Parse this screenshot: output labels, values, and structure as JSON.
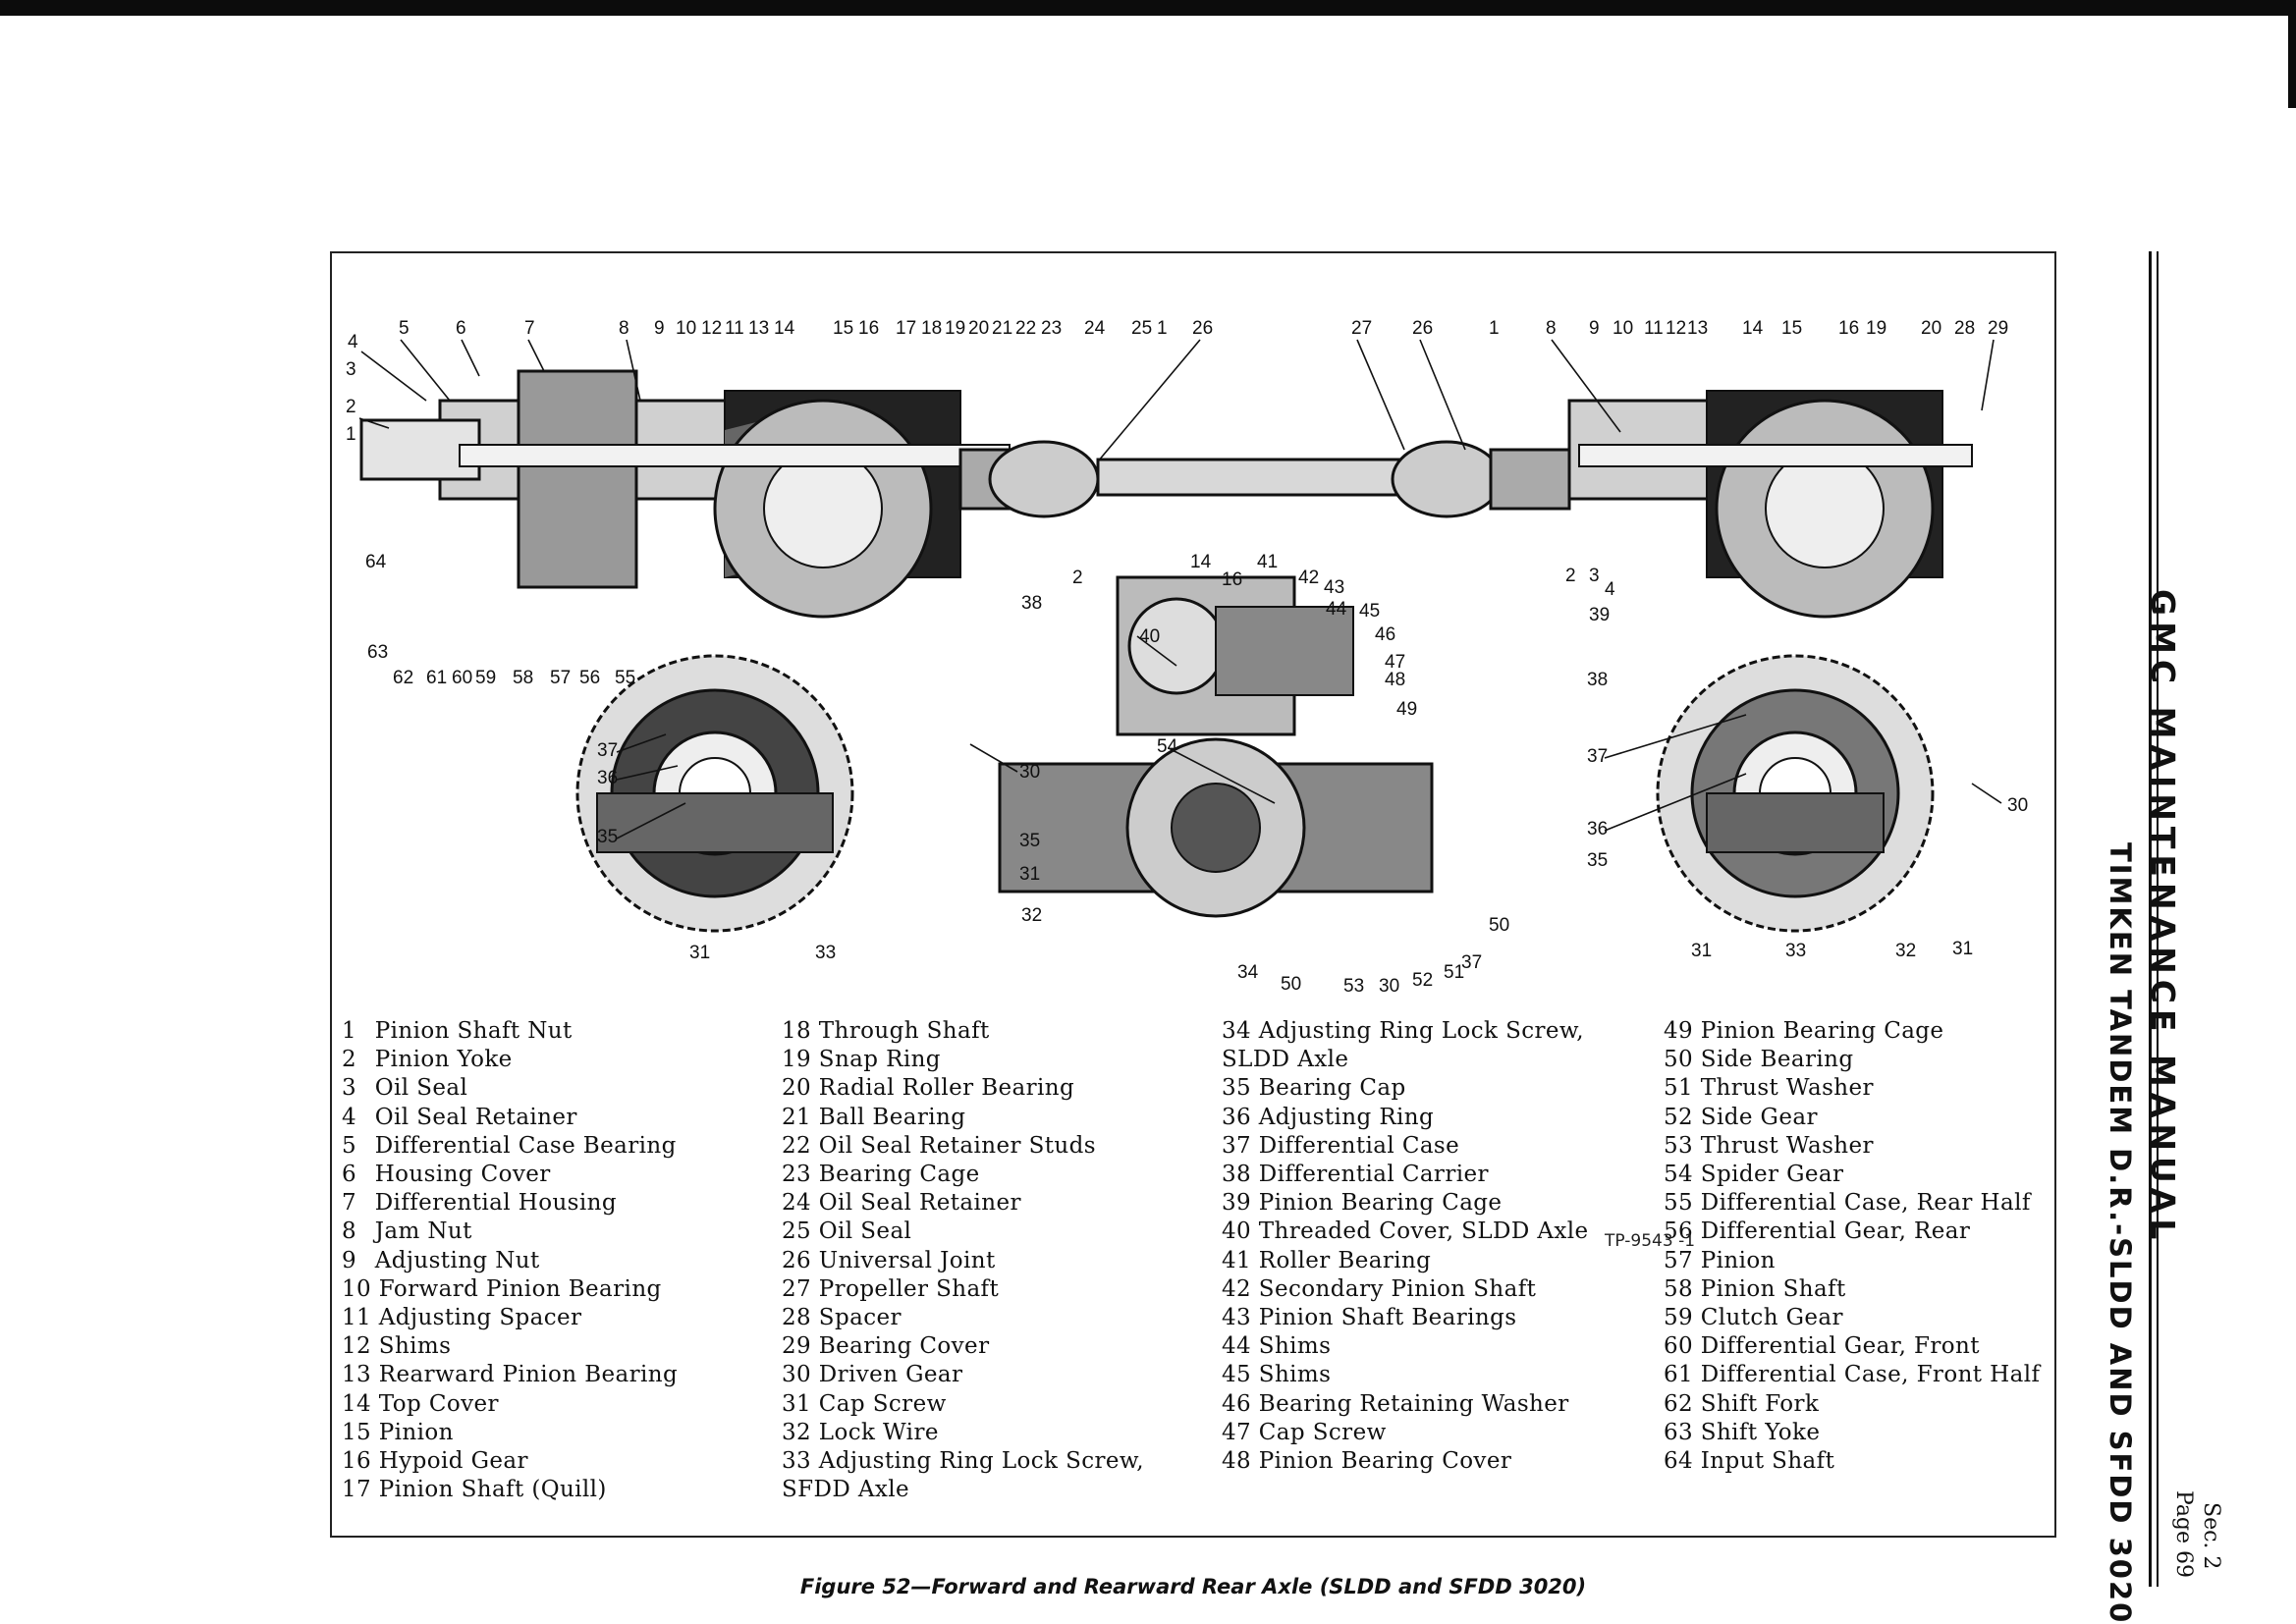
{
  "side": {
    "title": "GMC MAINTENANCE MANUAL",
    "subtitle": "TIMKEN TANDEM D.R.-SLDD AND SFDD 3020",
    "section": "Sec. 2",
    "page": "Page 69"
  },
  "figure": {
    "caption": "Figure 52—Forward and Rearward Rear Axle (SLDD and SFDD 3020)",
    "code": "TP-9543 -1"
  },
  "callouts": {
    "left_top": [
      "4",
      "5",
      "6",
      "7",
      "8",
      "9",
      "10",
      "12",
      "11",
      "13",
      "14",
      "15",
      "16",
      "17",
      "18",
      "19",
      "20",
      "21",
      "22",
      "23",
      "24",
      "25",
      "1",
      "26"
    ],
    "right_top": [
      "27",
      "26",
      "1",
      "8",
      "9",
      "10",
      "11",
      "12",
      "13",
      "14",
      "15",
      "16",
      "19",
      "20",
      "28",
      "29"
    ],
    "left_side": [
      "3",
      "2",
      "1",
      "64",
      "63",
      "62",
      "61",
      "60",
      "59",
      "58",
      "57",
      "56",
      "55"
    ],
    "left_gear": [
      "37",
      "36",
      "35",
      "31",
      "33",
      "30",
      "35",
      "31",
      "32",
      "38",
      "2"
    ],
    "center": [
      "14",
      "16",
      "41",
      "42",
      "43",
      "44",
      "45",
      "46",
      "47",
      "48",
      "49",
      "40",
      "54",
      "50",
      "34",
      "50",
      "53",
      "30",
      "52",
      "51",
      "37"
    ],
    "right_gear": [
      "2",
      "3",
      "4",
      "39",
      "38",
      "37",
      "36",
      "35",
      "31",
      "33",
      "32",
      "31",
      "30"
    ]
  },
  "legend": {
    "col1": [
      {
        "num": "1",
        "label": "Pinion Shaft Nut"
      },
      {
        "num": "2",
        "label": "Pinion Yoke"
      },
      {
        "num": "3",
        "label": "Oil Seal"
      },
      {
        "num": "4",
        "label": "Oil Seal Retainer"
      },
      {
        "num": "5",
        "label": "Differential Case Bearing"
      },
      {
        "num": "6",
        "label": "Housing Cover"
      },
      {
        "num": "7",
        "label": "Differential Housing"
      },
      {
        "num": "8",
        "label": "Jam Nut"
      },
      {
        "num": "9",
        "label": "Adjusting Nut"
      },
      {
        "num": "10",
        "label": "Forward Pinion Bearing"
      },
      {
        "num": "11",
        "label": "Adjusting Spacer"
      },
      {
        "num": "12",
        "label": "Shims"
      },
      {
        "num": "13",
        "label": "Rearward Pinion Bearing"
      },
      {
        "num": "14",
        "label": "Top Cover"
      },
      {
        "num": "15",
        "label": "Pinion"
      },
      {
        "num": "16",
        "label": "Hypoid Gear"
      },
      {
        "num": "17",
        "label": "Pinion Shaft (Quill)"
      }
    ],
    "col2": [
      {
        "num": "18",
        "label": "Through Shaft"
      },
      {
        "num": "19",
        "label": "Snap Ring"
      },
      {
        "num": "20",
        "label": "Radial Roller Bearing"
      },
      {
        "num": "21",
        "label": "Ball Bearing"
      },
      {
        "num": "22",
        "label": "Oil Seal Retainer Studs"
      },
      {
        "num": "23",
        "label": "Bearing Cage"
      },
      {
        "num": "24",
        "label": "Oil Seal Retainer"
      },
      {
        "num": "25",
        "label": "Oil Seal"
      },
      {
        "num": "26",
        "label": "Universal Joint"
      },
      {
        "num": "27",
        "label": "Propeller Shaft"
      },
      {
        "num": "28",
        "label": "Spacer"
      },
      {
        "num": "29",
        "label": "Bearing Cover"
      },
      {
        "num": "30",
        "label": "Driven Gear"
      },
      {
        "num": "31",
        "label": "Cap Screw"
      },
      {
        "num": "32",
        "label": "Lock Wire"
      },
      {
        "num": "33",
        "label": "Adjusting Ring Lock Screw,"
      },
      {
        "num": "",
        "label": "SFDD Axle"
      }
    ],
    "col3": [
      {
        "num": "34",
        "label": "Adjusting Ring Lock Screw,"
      },
      {
        "num": "",
        "label": "SLDD Axle"
      },
      {
        "num": "35",
        "label": "Bearing Cap"
      },
      {
        "num": "36",
        "label": "Adjusting Ring"
      },
      {
        "num": "37",
        "label": "Differential Case"
      },
      {
        "num": "38",
        "label": "Differential Carrier"
      },
      {
        "num": "39",
        "label": "Pinion Bearing Cage"
      },
      {
        "num": "40",
        "label": "Threaded Cover, SLDD Axle"
      },
      {
        "num": "41",
        "label": "Roller Bearing"
      },
      {
        "num": "42",
        "label": "Secondary Pinion Shaft"
      },
      {
        "num": "43",
        "label": "Pinion Shaft Bearings"
      },
      {
        "num": "44",
        "label": "Shims"
      },
      {
        "num": "45",
        "label": "Shims"
      },
      {
        "num": "46",
        "label": "Bearing Retaining Washer"
      },
      {
        "num": "47",
        "label": "Cap Screw"
      },
      {
        "num": "48",
        "label": "Pinion Bearing Cover"
      }
    ],
    "col4": [
      {
        "num": "49",
        "label": "Pinion Bearing Cage"
      },
      {
        "num": "50",
        "label": "Side Bearing"
      },
      {
        "num": "51",
        "label": "Thrust Washer"
      },
      {
        "num": "52",
        "label": "Side Gear"
      },
      {
        "num": "53",
        "label": "Thrust Washer"
      },
      {
        "num": "54",
        "label": "Spider Gear"
      },
      {
        "num": "55",
        "label": "Differential Case, Rear Half"
      },
      {
        "num": "56",
        "label": "Differential Gear, Rear"
      },
      {
        "num": "57",
        "label": "Pinion"
      },
      {
        "num": "58",
        "label": "Pinion Shaft"
      },
      {
        "num": "59",
        "label": "Clutch Gear"
      },
      {
        "num": "60",
        "label": "Differential Gear, Front"
      },
      {
        "num": "61",
        "label": "Differential Case, Front Half"
      },
      {
        "num": "62",
        "label": "Shift Fork"
      },
      {
        "num": "63",
        "label": "Shift Yoke"
      },
      {
        "num": "64",
        "label": "Input Shaft"
      }
    ]
  }
}
